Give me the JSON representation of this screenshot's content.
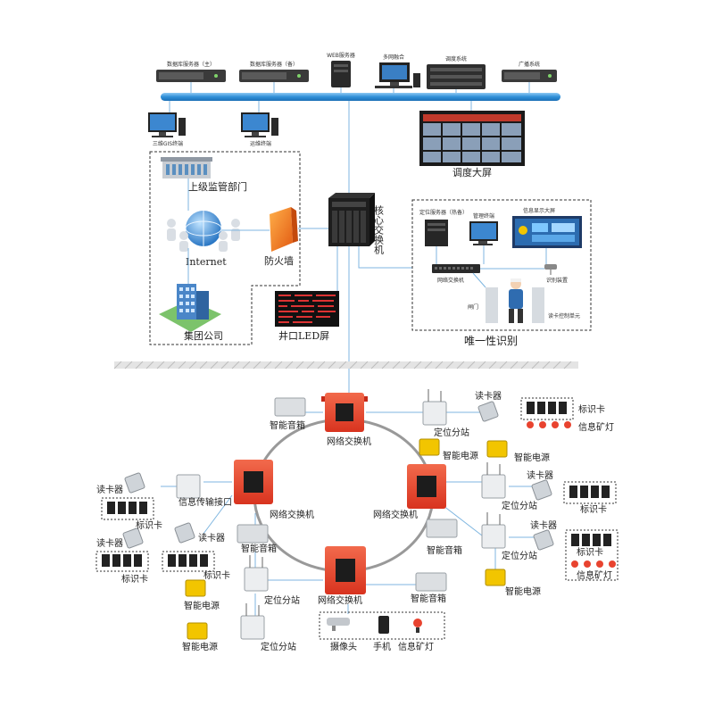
{
  "top": {
    "servers": [
      "数据库服务器（主）",
      "数据库服务器（备）",
      "WEB服务器",
      "多网融合",
      "调度系统",
      "广播系统"
    ],
    "terminals": [
      "三维GIS终端",
      "运维终端"
    ],
    "big_screen": "调度大屏"
  },
  "left_panel": {
    "supervisor": "上级监管部门",
    "internet": "Internet",
    "firewall": "防火墙",
    "group": "集团公司"
  },
  "core": {
    "switch_label": "核心交换机",
    "led": "井口LED屏"
  },
  "ident_panel": {
    "locate_server": "定位服务器（热备）",
    "mgmt_terminal": "管理终端",
    "info_screen": "信息显示大屏",
    "net_switch": "网络交换机",
    "recognizer": "识别装置",
    "gate": "闸门",
    "controller": "读卡控制单元",
    "title": "唯一性识别"
  },
  "ring": {
    "switch_label": "网络交换机"
  },
  "underground": {
    "speaker": "智能音箱",
    "station": "定位分站",
    "reader": "读卡器",
    "tag": "标识卡",
    "cap_lamp": "信息矿灯",
    "power": "智能电源",
    "interface": "信息传输接口",
    "camera": "摄像头",
    "phone": "手机"
  },
  "colors": {
    "bus": "#2f8fd8",
    "line": "#7fb6e0",
    "switch_red": "#e8432f",
    "power_yellow": "#f2c500",
    "ring_grey": "#999999"
  }
}
